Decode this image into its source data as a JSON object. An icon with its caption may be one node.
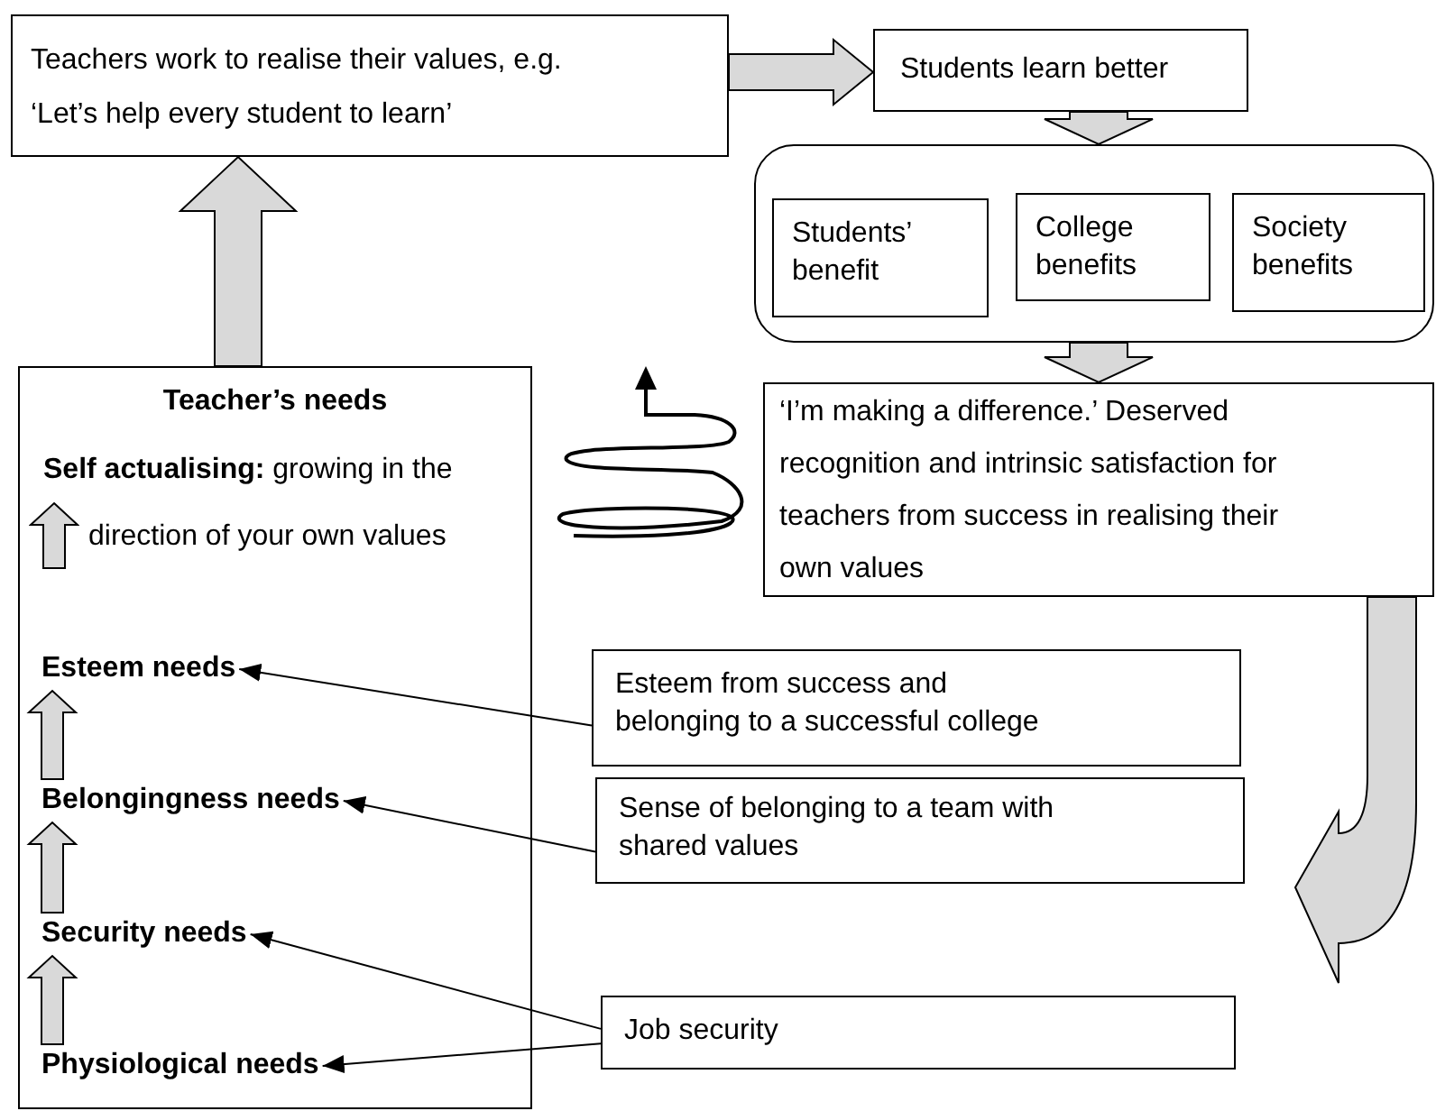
{
  "diagram": {
    "nodes": [
      {
        "text": [
          "Teachers work to realise their values, e.g. ‘Let’s help every student to learn’"
        ]
      },
      {
        "text": [
          "Students learn better"
        ]
      },
      {
        "text": [],
        "shape": "box"
      },
      {
        "text": [
          "Students’ benefit"
        ],
        "in": 2
      },
      {
        "text": [
          "College benefits"
        ],
        "in": 2
      },
      {
        "text": [
          "Society benefits"
        ],
        "in": 2
      },
      {
        "text": [
          "‘I’m making a difference.’ Deserved recognition and intrinsic satisfaction for teachers from success in realising their own values"
        ]
      },
      {
        "text": [
          "Teacher’s needs"
        ]
      },
      {
        "text": [
          "**Self actualising:** growing in the direction of your own values"
        ],
        "in": 7
      },
      {
        "text": [
          "Esteem needs"
        ],
        "in": 7
      },
      {
        "text": [
          "Belongingness needs"
        ],
        "in": 7
      },
      {
        "text": [
          "Security needs"
        ],
        "in": 7
      },
      {
        "text": [
          "Physiological needs"
        ],
        "in": 7
      },
      {
        "text": [
          "Esteem from success and belonging to a successful college"
        ]
      },
      {
        "text": [
          "Sense of belonging to a team with shared values"
        ]
      },
      {
        "text": [
          "Job security"
        ]
      }
    ],
    "edges": [
      {
        "from": 7,
        "to": 0,
        "arrow": "to"
      },
      {
        "from": 0,
        "to": 1,
        "arrow": "to"
      },
      {
        "from": 1,
        "to": 2,
        "arrow": "to"
      },
      {
        "from": 2,
        "to": 6,
        "arrow": "to"
      },
      {
        "from": 6,
        "to": null,
        "arrow": "to"
      },
      {
        "from": 12,
        "to": 11,
        "arrow": "to"
      },
      {
        "from": 11,
        "to": 10,
        "arrow": "to"
      },
      {
        "from": 10,
        "to": 9,
        "arrow": "to"
      },
      {
        "from": 13,
        "to": 9,
        "arrow": "to"
      },
      {
        "from": 14,
        "to": 10,
        "arrow": "to"
      },
      {
        "from": 15,
        "to": 11,
        "arrow": "to"
      },
      {
        "from": 15,
        "to": 12,
        "arrow": "to"
      }
    ]
  }
}
